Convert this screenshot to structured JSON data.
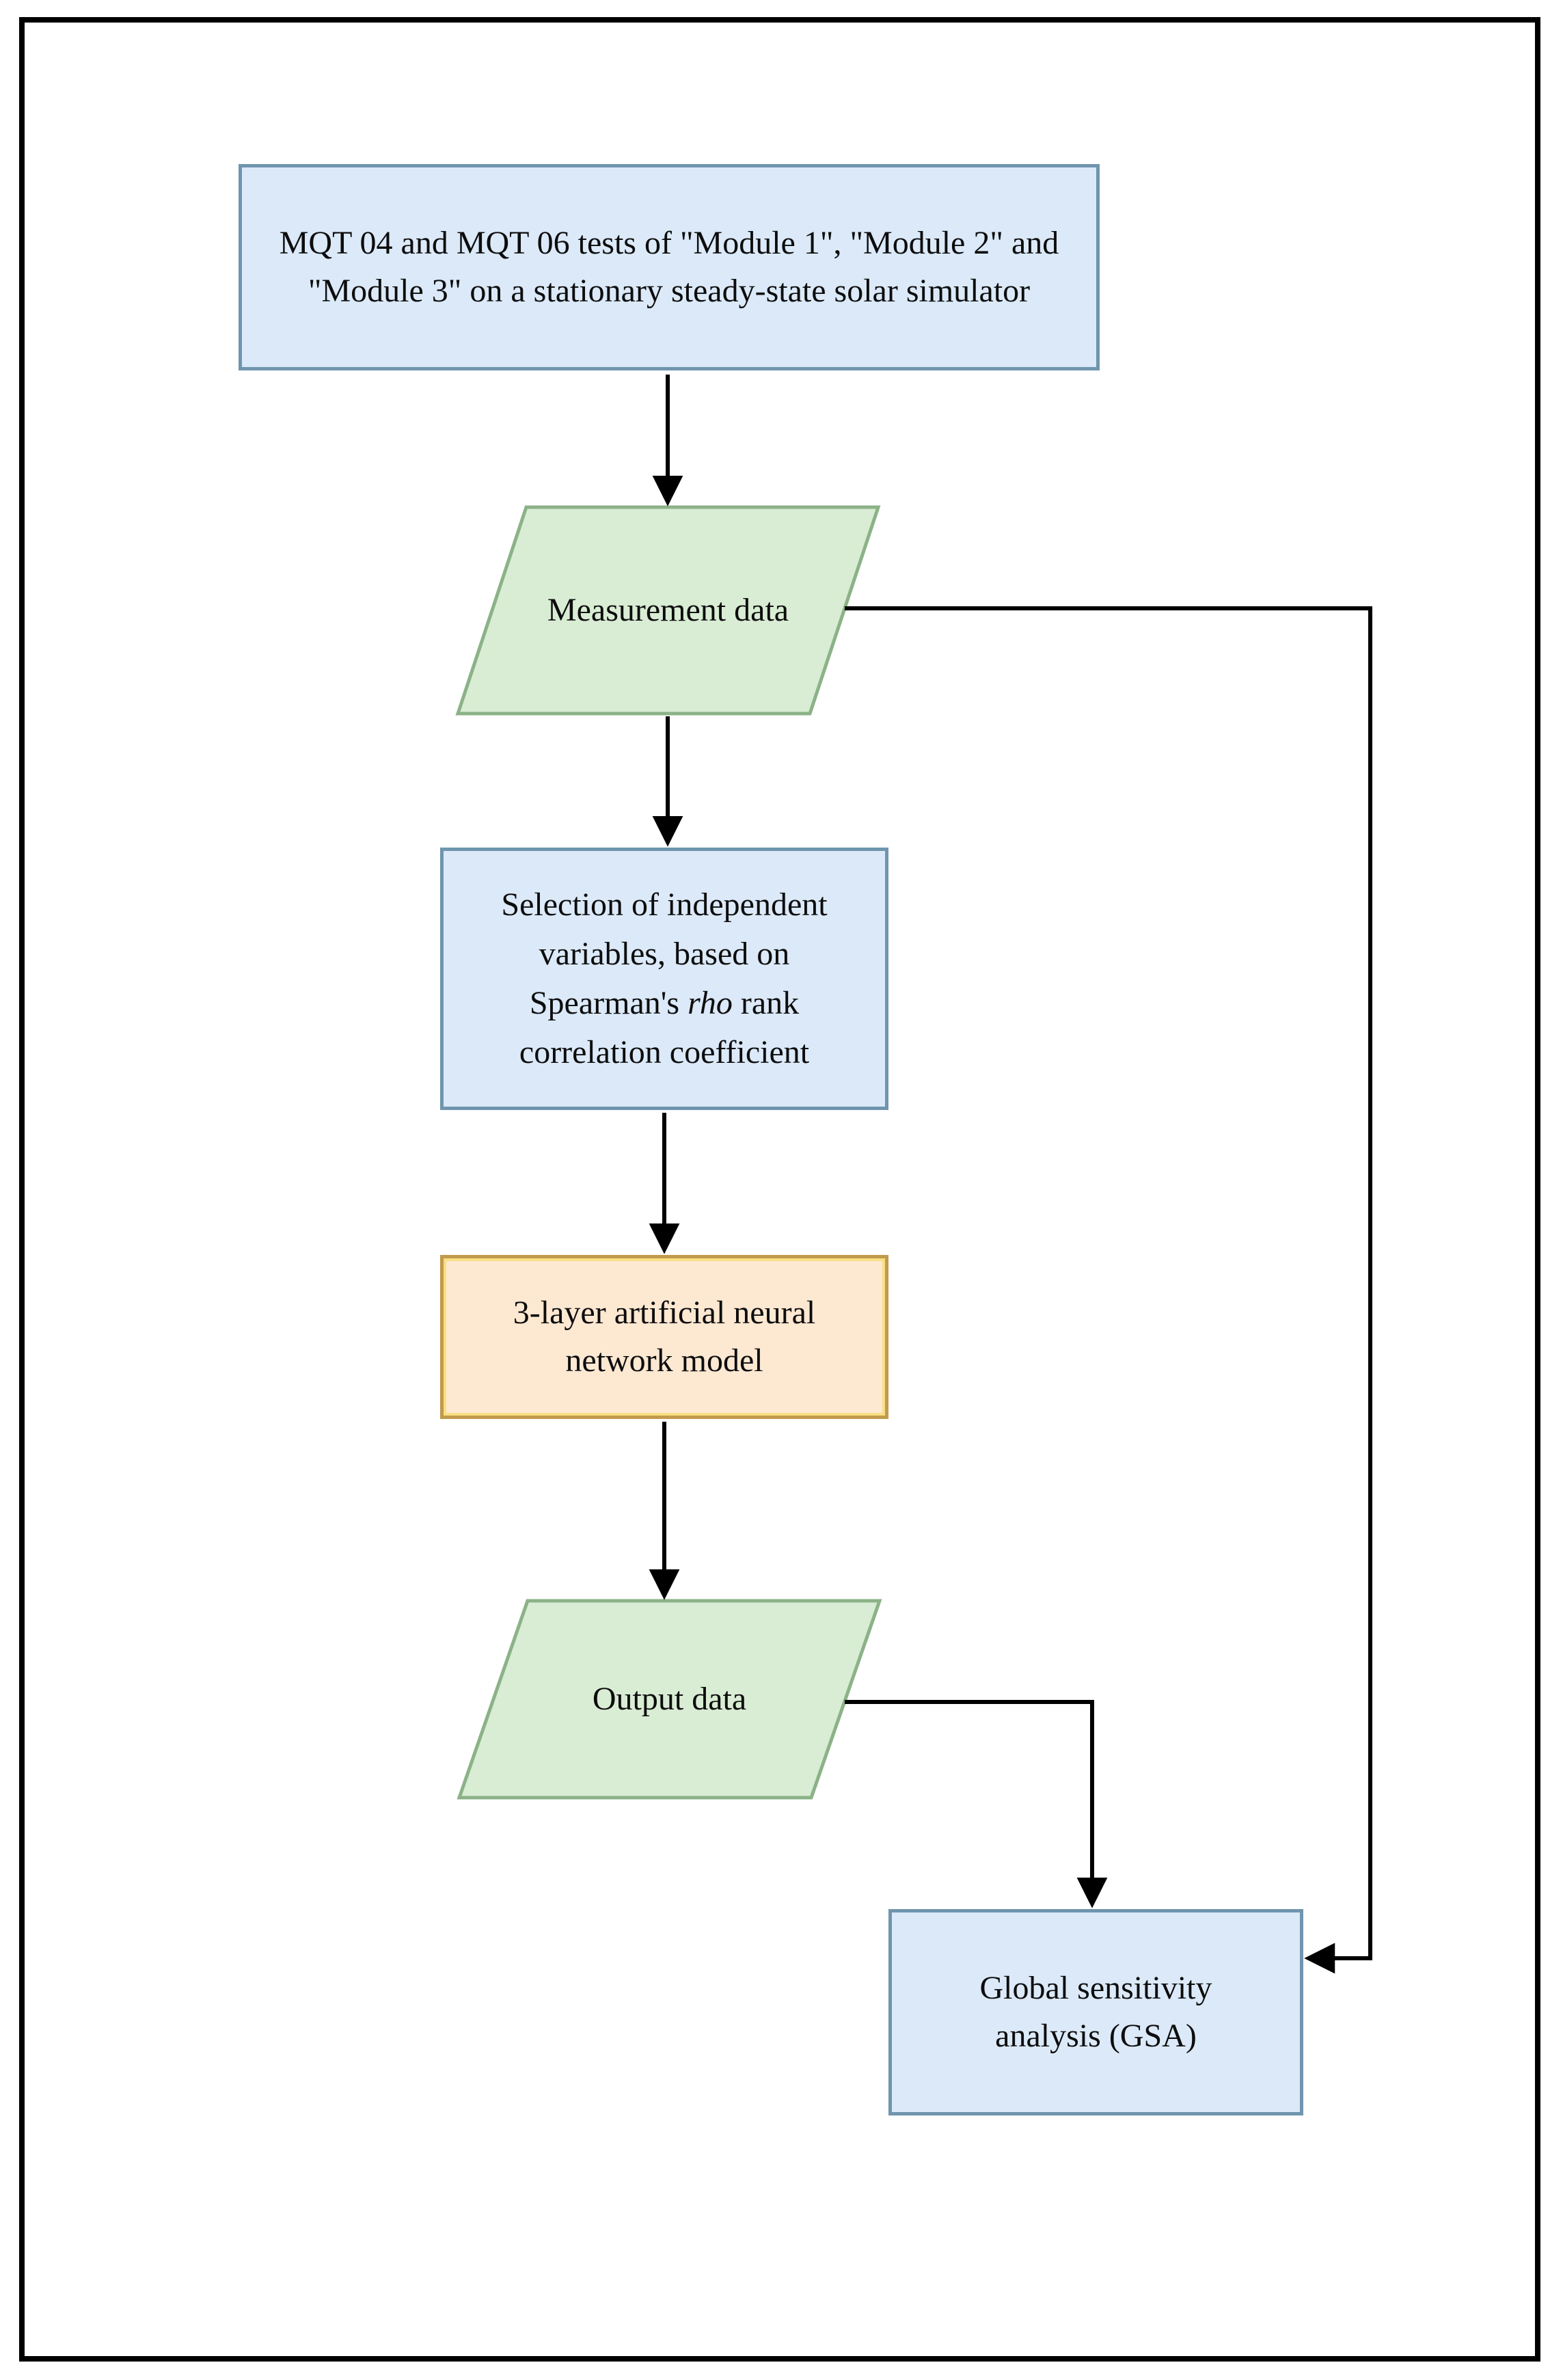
{
  "figure": {
    "type": "flowchart",
    "background": "#ffffff",
    "frame_color": "#000000",
    "line_color": "#000000",
    "nodes": {
      "tests": {
        "label": "MQT 04 and MQT 06 tests of \"Module 1\", \"Module 2\" and \"Module 3\" on a stationary steady-state solar simulator",
        "shape": "rectangle",
        "fill": "#dbe9f8",
        "border": "#7095ae"
      },
      "measurement": {
        "label": "Measurement data",
        "shape": "parallelogram",
        "fill": "#d9ecd4",
        "border": "#8cb287"
      },
      "selection": {
        "label_part1": "Selection of independent variables, based on Spearman's ",
        "label_italic": "rho",
        "label_part2": " rank correlation coefficient",
        "shape": "rectangle",
        "fill": "#dbe9f8",
        "border": "#7095ae"
      },
      "ann": {
        "label": "3-layer artificial neural network model",
        "shape": "rectangle",
        "fill": "#fde8d2",
        "border": "#c29a4b"
      },
      "output": {
        "label": "Output data",
        "shape": "parallelogram",
        "fill": "#d9ecd4",
        "border": "#8cb287"
      },
      "gsa": {
        "label": "Global sensitivity analysis (GSA)",
        "shape": "rectangle",
        "fill": "#dbe9f8",
        "border": "#7095ae"
      }
    },
    "edges": [
      {
        "from": "tests",
        "to": "measurement",
        "style": "arrow-down"
      },
      {
        "from": "measurement",
        "to": "selection",
        "style": "arrow-down"
      },
      {
        "from": "selection",
        "to": "ann",
        "style": "arrow-down"
      },
      {
        "from": "ann",
        "to": "output",
        "style": "arrow-down"
      },
      {
        "from": "output",
        "to": "gsa",
        "style": "right-then-down-arrow"
      },
      {
        "from": "measurement",
        "to": "gsa",
        "style": "right-down-then-left-arrow"
      }
    ]
  }
}
